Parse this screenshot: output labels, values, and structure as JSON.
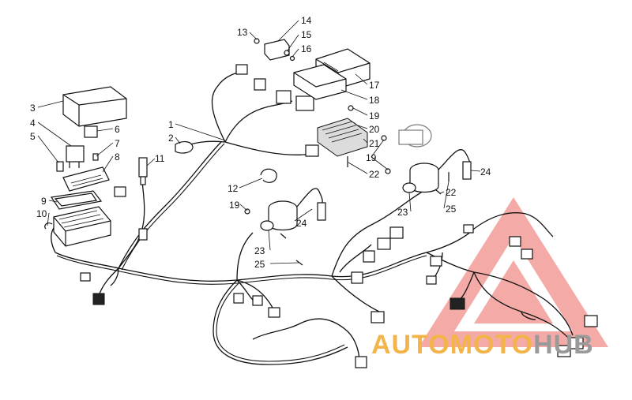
{
  "diagram": {
    "callouts": [
      {
        "id": "c1",
        "label": "1"
      },
      {
        "id": "c2",
        "label": "2"
      },
      {
        "id": "c3",
        "label": "3"
      },
      {
        "id": "c4",
        "label": "4"
      },
      {
        "id": "c5",
        "label": "5"
      },
      {
        "id": "c6",
        "label": "6"
      },
      {
        "id": "c7",
        "label": "7"
      },
      {
        "id": "c8",
        "label": "8"
      },
      {
        "id": "c9",
        "label": "9"
      },
      {
        "id": "c10",
        "label": "10"
      },
      {
        "id": "c11",
        "label": "11"
      },
      {
        "id": "c12",
        "label": "12"
      },
      {
        "id": "c13",
        "label": "13"
      },
      {
        "id": "c14",
        "label": "14"
      },
      {
        "id": "c15",
        "label": "15"
      },
      {
        "id": "c16",
        "label": "16"
      },
      {
        "id": "c17",
        "label": "17"
      },
      {
        "id": "c18",
        "label": "18"
      },
      {
        "id": "c19a",
        "label": "19"
      },
      {
        "id": "c20",
        "label": "20"
      },
      {
        "id": "c21",
        "label": "21"
      },
      {
        "id": "c22a",
        "label": "22"
      },
      {
        "id": "c19b",
        "label": "19"
      },
      {
        "id": "c24a",
        "label": "24"
      },
      {
        "id": "c22b",
        "label": "22"
      },
      {
        "id": "c23a",
        "label": "23"
      },
      {
        "id": "c25a",
        "label": "25"
      },
      {
        "id": "c19c",
        "label": "19"
      },
      {
        "id": "c24b",
        "label": "24"
      },
      {
        "id": "c23b",
        "label": "23"
      },
      {
        "id": "c25b",
        "label": "25"
      }
    ]
  },
  "watermark": {
    "part1": "AUTOMOTO",
    "part2": "HUB",
    "colors": {
      "triangle": "#e8453c",
      "text_primary": "#f3b44a",
      "text_secondary": "#9a9a9a"
    }
  }
}
